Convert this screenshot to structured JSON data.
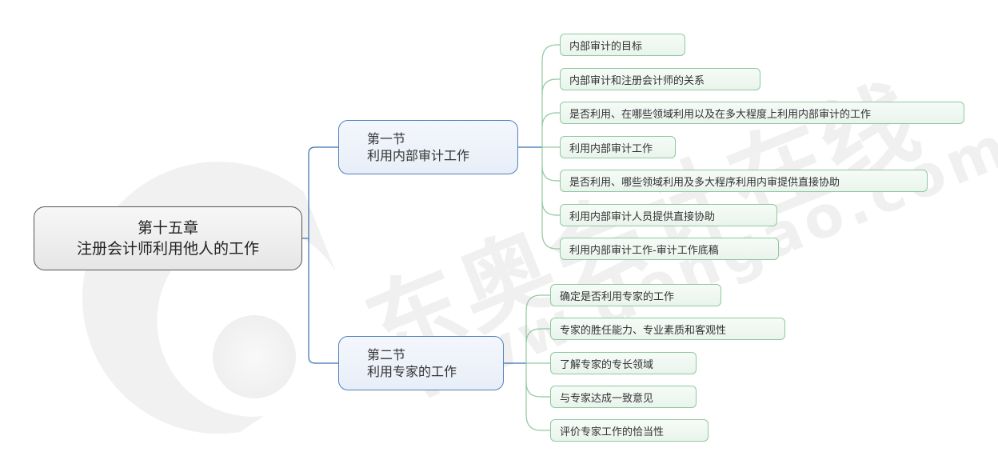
{
  "watermark": {
    "brand_text": "东奥会计在线",
    "url_text": "www.dongao.com"
  },
  "colors": {
    "root_border": "#555555",
    "root_fill": "#eeeeee",
    "section_border": "#4f81bd",
    "section_fill": "#ecf1f9",
    "section_connector": "#3a6fb0",
    "leaf_border": "#8fc9a0",
    "leaf_fill": "#eef7f0",
    "leaf_connector": "#8fc9a0"
  },
  "mindmap": {
    "root": {
      "line1": "第十五章",
      "line2": "注册会计师利用他人的工作"
    },
    "sections": [
      {
        "line1": "第一节",
        "line2": "利用内部审计工作",
        "children": [
          "内部审计的目标",
          "内部审计和注册会计师的关系",
          "是否利用、在哪些领域利用以及在多大程度上利用内部审计的工作",
          "利用内部审计工作",
          "是否利用、哪些领域利用及多大程序利用内审提供直接协助",
          "利用内部审计人员提供直接协助",
          "利用内部审计工作-审计工作底稿"
        ]
      },
      {
        "line1": "第二节",
        "line2": "利用专家的工作",
        "children": [
          "确定是否利用专家的工作",
          "专家的胜任能力、专业素质和客观性",
          "了解专家的专长领域",
          "与专家达成一致意见",
          "评价专家工作的恰当性"
        ]
      }
    ]
  }
}
